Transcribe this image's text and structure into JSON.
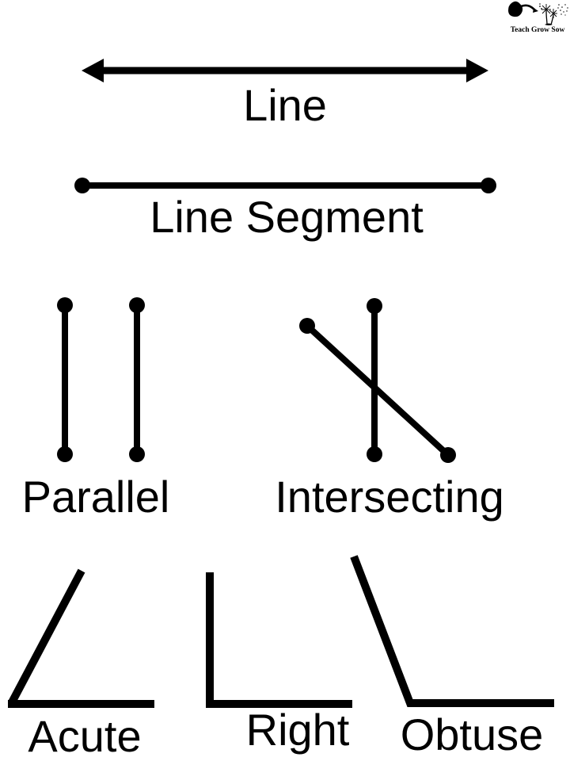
{
  "page": {
    "background": "#ffffff",
    "ink": "#000000",
    "description": "Geometry poster showing types of lines and angles"
  },
  "logo": {
    "wordmark": "Teach Grow Sow"
  },
  "sections": {
    "line": {
      "label": "Line"
    },
    "line_segment": {
      "label": "Line Segment"
    },
    "parallel": {
      "label": "Parallel"
    },
    "intersecting": {
      "label": "Intersecting"
    },
    "acute": {
      "label": "Acute"
    },
    "right": {
      "label": "Right"
    },
    "obtuse": {
      "label": "Obtuse"
    }
  }
}
